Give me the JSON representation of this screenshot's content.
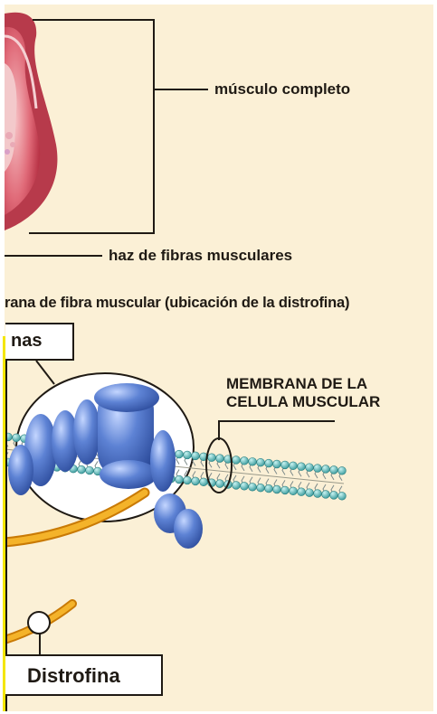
{
  "labels": {
    "musculo": "músculo completo",
    "haz": "haz de fibras musculares",
    "membrana_fibra": "rana de fibra muscular (ubicación de la distrofina)",
    "celula_line1": "MEMBRANA DE LA",
    "celula_line2": "CELULA MUSCULAR",
    "proteinas": "nas",
    "distrofina": "Distrofina"
  },
  "colors": {
    "background": "#fbf0d6",
    "muscle_red": "#d54a5c",
    "protein_blue": "#3f63b8",
    "membrane_teal": "#3ea6a8",
    "dystrophin_orange": "#f2a51c",
    "highlight_line": "#f4e600"
  }
}
